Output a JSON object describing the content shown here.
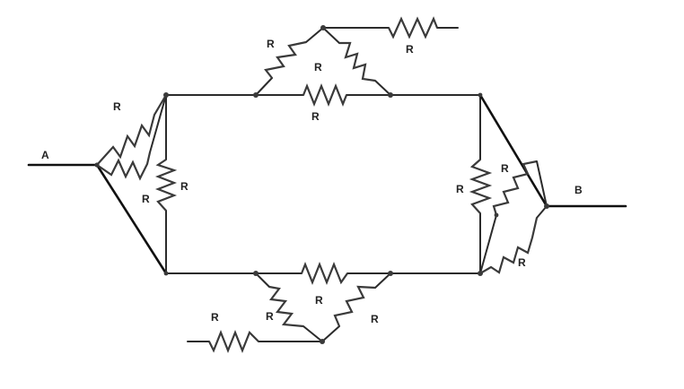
{
  "terminals": {
    "a": "A",
    "b": "B"
  },
  "resistor_label": "R",
  "colors": {
    "wire": "#2b2b2b",
    "resistor": "#3a3a3a",
    "label": "#222222"
  }
}
